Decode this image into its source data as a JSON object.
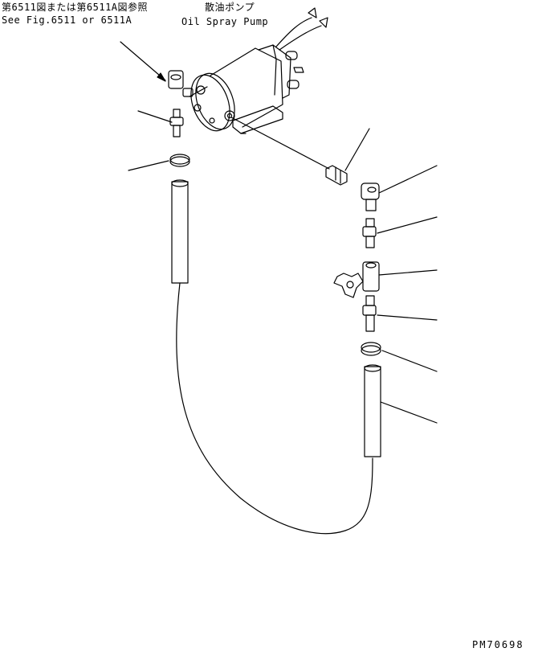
{
  "labels": {
    "reference_jp": "第6511図または第6511A図参照",
    "reference_en": "See Fig.6511 or 6511A",
    "pump_jp": "散油ポンプ",
    "pump_en": "Oil Spray Pump",
    "drawing_number": "PM70698"
  },
  "colors": {
    "line": "#000000",
    "background": "#ffffff"
  }
}
